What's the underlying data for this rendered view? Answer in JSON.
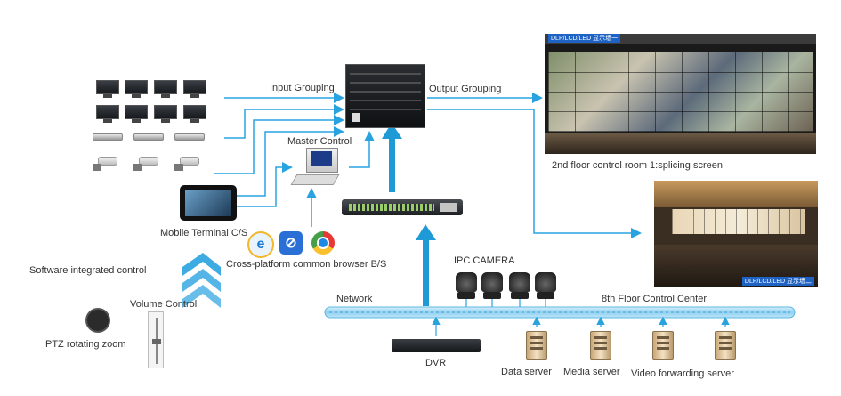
{
  "labels": {
    "input_grouping": "Input Grouping",
    "output_grouping": "Output Grouping",
    "master_control": "Master Control",
    "mobile_terminal": "Mobile Terminal C/S",
    "cross_platform": "Cross-platform common browser B/S",
    "software_integrated": "Software integrated control",
    "volume_control": "Volume Control",
    "ptz_zoom": "PTZ rotating zoom",
    "ipc_camera": "IPC CAMERA",
    "network": "Network",
    "eighth_floor": "8th Floor Control Center",
    "dvr": "DVR",
    "data_server": "Data server",
    "media_server": "Media server",
    "video_forwarding": "Video forwarding server",
    "room1_caption": "2nd floor control room 1:splicing screen",
    "screen1_tag": "DLP/LCD/LED 显示墙一",
    "screen2_tag": "DLP/LCD/LED 显示墙二"
  },
  "colors": {
    "wire": "#29a3e0",
    "arrow": "#1e9ad6",
    "network_bar": "#8fd0f0"
  },
  "icons": [
    "monitor-icon",
    "dvr-device-icon",
    "bullet-camera-icon",
    "tablet-icon",
    "ie-browser-icon",
    "safari-browser-icon",
    "chrome-browser-icon",
    "ptz-dome-icon",
    "ipc-camera-icon",
    "server-icon",
    "switch-icon",
    "matrix-controller-icon",
    "computer-icon"
  ]
}
